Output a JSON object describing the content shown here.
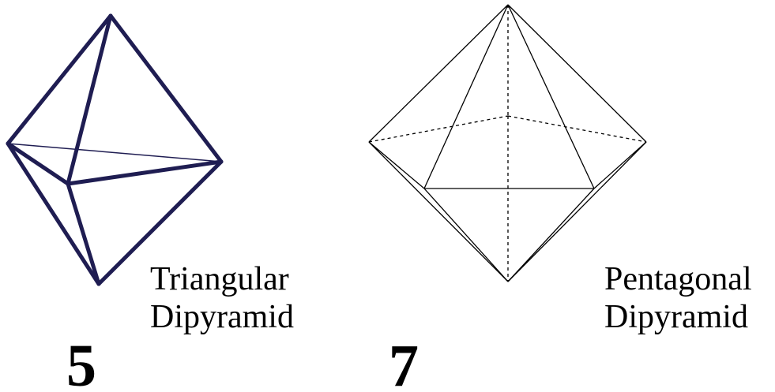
{
  "shapes": [
    {
      "name_line1": "Triangular",
      "name_line2": "Dipyramid",
      "count": "5",
      "edge_color": "#1f1d52"
    },
    {
      "name_line1": "Pentagonal",
      "name_line2": "Dipyramid",
      "count": "7",
      "edge_color": "#000000"
    }
  ]
}
